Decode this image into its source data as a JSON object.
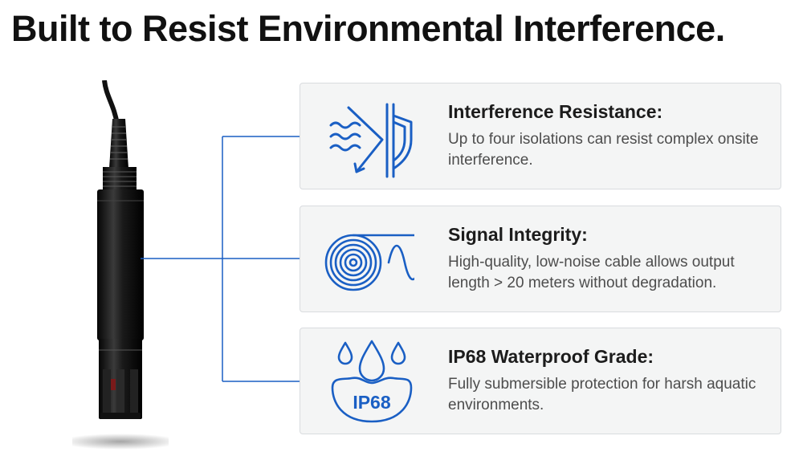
{
  "title": "Built to Resist Environmental Interference.",
  "accent_color": "#1a5fc4",
  "features": [
    {
      "icon": "shield-waves-icon",
      "heading": "Interference Resistance:",
      "body": "Up to four isolations can resist complex onsite interference."
    },
    {
      "icon": "cable-coil-sine-icon",
      "heading": "Signal Integrity:",
      "body": "High-quality, low-noise cable allows output length > 20 meters without degradation."
    },
    {
      "icon": "ip68-water-drops-icon",
      "heading": "IP68 Waterproof Grade:",
      "body": "Fully submersible protection for harsh aquatic environments.",
      "badge": "IP68"
    }
  ]
}
